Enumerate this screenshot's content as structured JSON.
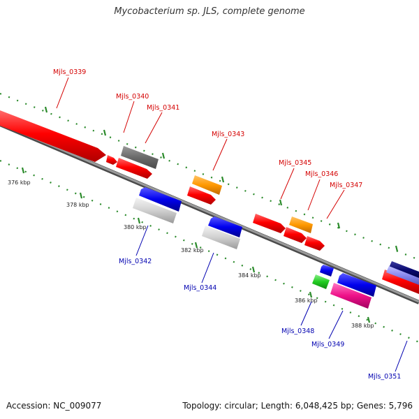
{
  "title": "Mycobacterium sp. JLS, complete genome",
  "footer": {
    "accession": "Accession: NC_009077",
    "summary": "Topology: circular; Length: 6,048,425 bp; Genes: 5,796"
  },
  "colors": {
    "forward_label": "#d40000",
    "reverse_label": "#0000b0",
    "backbone": "#7a7a7a",
    "dots": "#2a8a2a"
  },
  "ticks": [
    "376 kbp",
    "378 kbp",
    "380 kbp",
    "382 kbp",
    "384 kbp",
    "386 kbp",
    "388 kbp"
  ],
  "genes": [
    {
      "label": "Mjls_0339",
      "strand": "forward",
      "color": "#ff0000"
    },
    {
      "label": "Mjls_0340",
      "strand": "forward",
      "color": "#707070"
    },
    {
      "label": "Mjls_0341",
      "strand": "forward",
      "color": "#ff0000"
    },
    {
      "label": "Mjls_0342",
      "strand": "reverse",
      "color": "#0000ee"
    },
    {
      "label": "Mjls_0343",
      "strand": "forward",
      "color": "#ff9900"
    },
    {
      "label": "Mjls_0344",
      "strand": "reverse",
      "color": "#0000ee"
    },
    {
      "label": "Mjls_0345",
      "strand": "forward",
      "color": "#ff0000"
    },
    {
      "label": "Mjls_0346",
      "strand": "forward",
      "color": "#ff9900"
    },
    {
      "label": "Mjls_0347",
      "strand": "forward",
      "color": "#ff0000"
    },
    {
      "label": "Mjls_0348",
      "strand": "reverse",
      "color": "#22cc22"
    },
    {
      "label": "Mjls_0349",
      "strand": "reverse",
      "color": "#ee1188"
    },
    {
      "label": "Mjls_0351",
      "strand": "reverse",
      "color": "#0000aa"
    }
  ]
}
